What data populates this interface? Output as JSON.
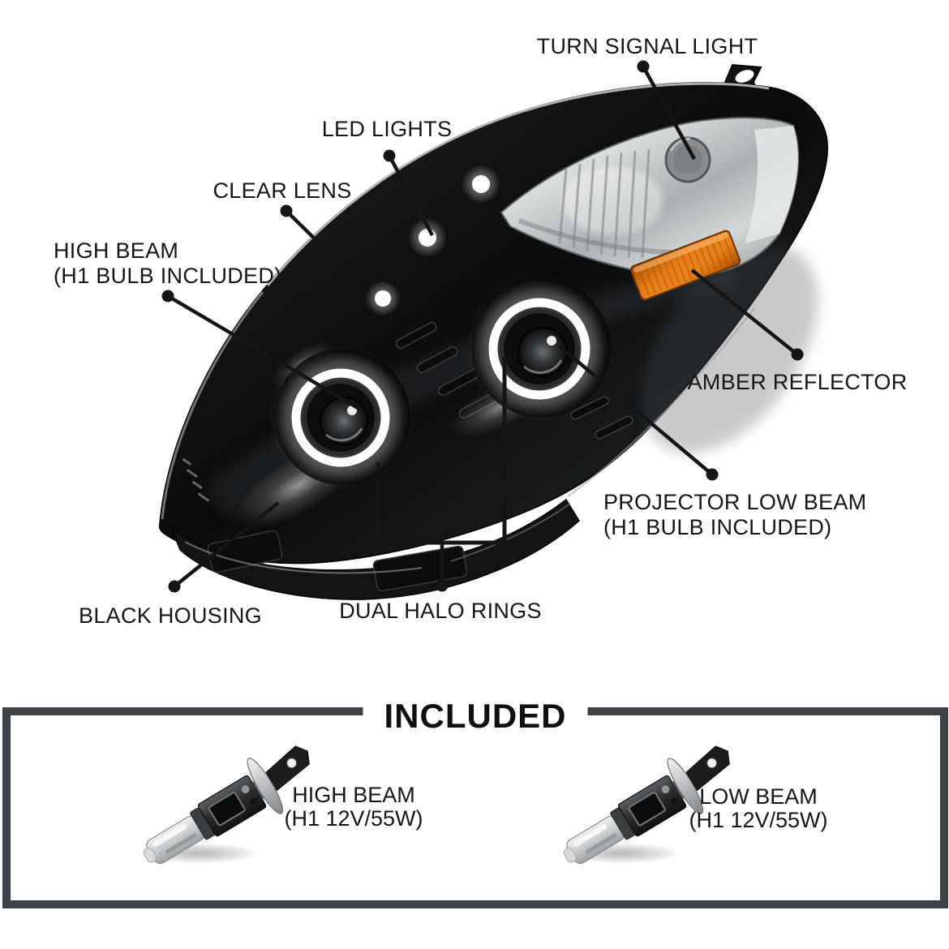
{
  "colors": {
    "background": "#ffffff",
    "callout_ink": "#151515",
    "box_border": "#3d4347",
    "amber_reflector": "#e0761a",
    "halo": "#ffffff",
    "housing": "#0b0c0d"
  },
  "callouts": {
    "turn_signal": {
      "label": "TURN SIGNAL LIGHT"
    },
    "led_lights": {
      "label": "LED LIGHTS"
    },
    "clear_lens": {
      "label": "CLEAR LENS"
    },
    "high_beam": {
      "line1": "HIGH BEAM",
      "line2": "(H1 BULB INCLUDED)"
    },
    "amber_reflector": {
      "label": "AMBER REFLECTOR"
    },
    "projector_low_beam": {
      "line1": "PROJECTOR LOW BEAM",
      "line2": "(H1 BULB INCLUDED)"
    },
    "black_housing": {
      "label": "BLACK HOUSING"
    },
    "dual_halo_rings": {
      "label": "DUAL HALO RINGS"
    }
  },
  "included": {
    "heading": "INCLUDED",
    "bulbs": [
      {
        "name": "HIGH BEAM",
        "spec": "(H1 12V/55W)"
      },
      {
        "name": "LOW BEAM",
        "spec": "(H1 12V/55W)"
      }
    ]
  }
}
